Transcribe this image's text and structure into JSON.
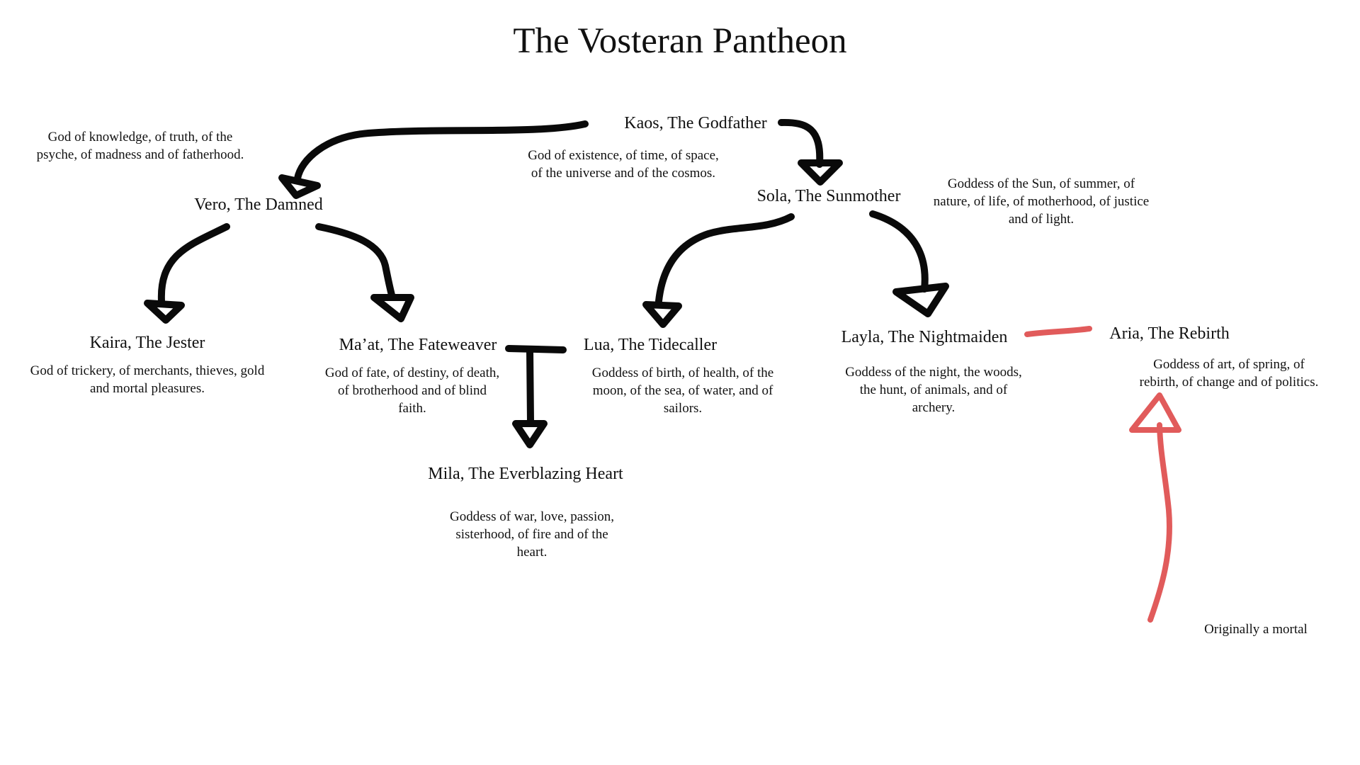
{
  "title": "The Vosteran Pantheon",
  "colors": {
    "lineage_arrow": "#0a0a0a",
    "mortal_arrow": "#e15b5b",
    "text": "#111111",
    "background": "#ffffff"
  },
  "deities": {
    "kaos": {
      "name": "Kaos, The Godfather",
      "desc": "God of existence, of time, of space, of the universe and of the cosmos."
    },
    "vero": {
      "name": "Vero, The Damned",
      "desc": "God of knowledge, of truth, of the psyche, of madness and of fatherhood."
    },
    "sola": {
      "name": "Sola, The Sunmother",
      "desc": "Goddess of the Sun, of summer, of nature, of life, of motherhood, of justice and of light."
    },
    "kaira": {
      "name": "Kaira, The Jester",
      "desc": "God of trickery, of merchants, thieves, gold and mortal pleasures."
    },
    "maat": {
      "name": "Ma’at, The Fateweaver",
      "desc": "God of fate, of destiny, of death, of brotherhood and of blind faith."
    },
    "lua": {
      "name": "Lua, The Tidecaller",
      "desc": "Goddess of birth, of health, of the moon, of the sea, of water, and of sailors."
    },
    "layla": {
      "name": "Layla, The Nightmaiden",
      "desc": "Goddess of the night, the woods, the hunt, of animals, and of archery."
    },
    "aria": {
      "name": "Aria, The Rebirth",
      "desc": "Goddess of art, of spring, of rebirth, of change and of politics."
    },
    "mila": {
      "name": "Mila, The Everblazing Heart",
      "desc": "Goddess of war, love, passion, sisterhood, of fire and of the heart."
    }
  },
  "notes": {
    "aria_origin": "Originally a mortal"
  }
}
